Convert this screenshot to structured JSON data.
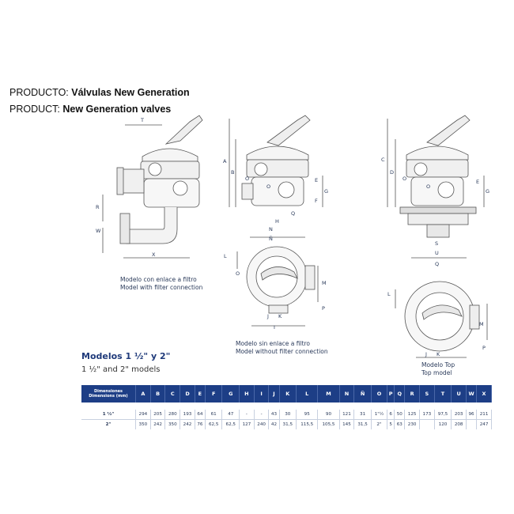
{
  "header": {
    "es_prefix": "PRODUCTO: ",
    "es_title": "Válvulas New Generation",
    "en_prefix": "PRODUCT:  ",
    "en_title": "New Generation valves"
  },
  "captions": {
    "filter_es": "Modelo con enlace a filtro",
    "filter_en": "Model with filter connection",
    "nofilter_es": "Modelo sin enlace a filtro",
    "nofilter_en": "Model without filter connection",
    "top_es": "Modelo Top",
    "top_en": "Top model"
  },
  "models": {
    "es": "Modelos 1 ½\" y 2\"",
    "en": "1 ½\" and 2\" models"
  },
  "labels": {
    "T": "T",
    "R": "R",
    "W": "W",
    "X": "X",
    "A": "A",
    "B": "B",
    "C": "C",
    "D": "D",
    "E": "E",
    "F": "F",
    "G": "G",
    "H": "H",
    "I": "I",
    "J": "J",
    "K": "K",
    "L": "L",
    "M": "M",
    "N": "N",
    "Ntilde": "Ñ",
    "O": "O",
    "P": "P",
    "Q": "Q",
    "S": "S",
    "U": "U"
  },
  "table": {
    "head_es": "Dimensiones",
    "head_en": "Dimensions (mm)",
    "columns": [
      "A",
      "B",
      "C",
      "D",
      "E",
      "F",
      "G",
      "H",
      "I",
      "J",
      "K",
      "L",
      "M",
      "N",
      "Ñ",
      "O",
      "P",
      "Q",
      "R",
      "S",
      "T",
      "U",
      "W",
      "X"
    ],
    "rows": [
      {
        "label": "1 ½\"",
        "cells": [
          "294",
          "205",
          "280",
          "193",
          "64",
          "61",
          "47",
          "-",
          "-",
          "43",
          "30",
          "95",
          "90",
          "121",
          "31",
          "1\"½",
          "6",
          "50",
          "125",
          "173",
          "97,5",
          "203",
          "96",
          "211"
        ]
      },
      {
        "label": "2\"",
        "cells": [
          "350",
          "242",
          "350",
          "242",
          "76",
          "62,5",
          "62,5",
          "127",
          "240",
          "42",
          "31,5",
          "115,5",
          "105,5",
          "145",
          "31,5",
          "2\"",
          "5",
          "63",
          "230",
          "",
          "120",
          "208",
          "",
          "247"
        ]
      }
    ]
  }
}
